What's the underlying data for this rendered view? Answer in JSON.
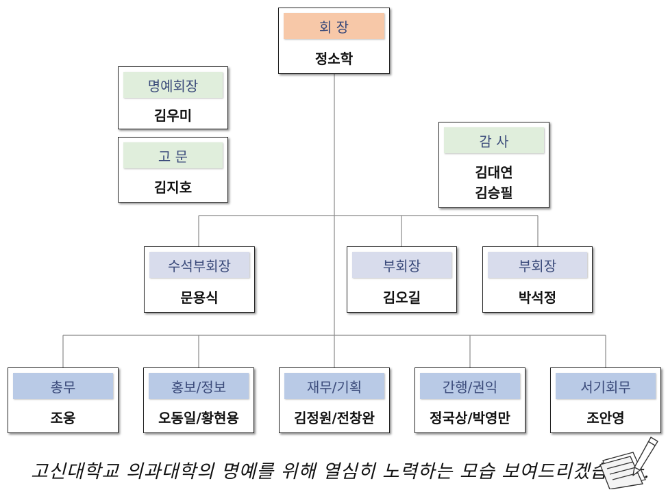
{
  "colors": {
    "president_fill": "#f7c8a8",
    "advisor_fill": "#e0eedc",
    "vp_fill": "#d8dcec",
    "dept_fill": "#b9cae6"
  },
  "president": {
    "role": "회 장",
    "names": [
      "정소학"
    ]
  },
  "honorary": {
    "role": "명예회장",
    "names": [
      "김우미"
    ]
  },
  "advisor": {
    "role": "고 문",
    "names": [
      "김지호"
    ]
  },
  "auditor": {
    "role": "감 사",
    "names": [
      "김대연",
      "김승필"
    ]
  },
  "vice_presidents": [
    {
      "role": "수석부회장",
      "names": [
        "문용식"
      ]
    },
    {
      "role": "부회장",
      "names": [
        "김오길"
      ]
    },
    {
      "role": "부회장",
      "names": [
        "박석정"
      ]
    }
  ],
  "departments": [
    {
      "role": "총무",
      "names": [
        "조웅"
      ]
    },
    {
      "role": "홍보/정보",
      "names": [
        "오동일/황현용"
      ]
    },
    {
      "role": "재무/기획",
      "names": [
        "김정원/전창완"
      ]
    },
    {
      "role": "간행/권익",
      "names": [
        "정국상/박영만"
      ]
    },
    {
      "role": "서기회무",
      "names": [
        "조안영"
      ]
    }
  ],
  "footer_text": "고신대학교 의과대학의 명예를 위해 열심히 노력하는 모습 보여드리겠습니다.",
  "footer_icon": "paper-pen-icon"
}
